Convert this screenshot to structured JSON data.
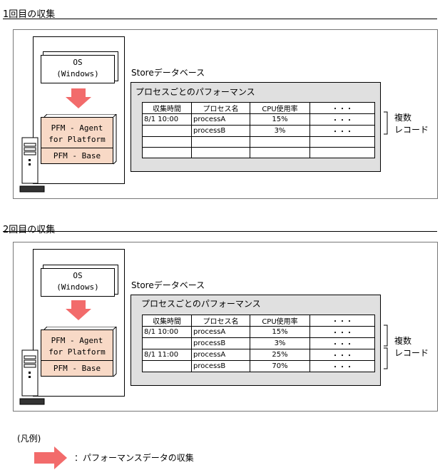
{
  "sections": [
    {
      "title": "1回目の収集",
      "os_label_line1": "OS",
      "os_label_line2": "(Windows)",
      "agent_line1": "PFM - Agent",
      "agent_line2": "for Platform",
      "base_label": "PFM - Base",
      "store_label": "Storeデータベース",
      "store_title": "プロセスごとのパフォーマンス",
      "columns": [
        "収集時間",
        "プロセス名",
        "CPU使用率",
        "・・・"
      ],
      "rows": [
        [
          "8/1 10:00",
          "processA",
          "15%",
          "・・・"
        ],
        [
          "",
          "processB",
          "3%",
          "・・・"
        ],
        [
          "",
          "",
          "",
          ""
        ],
        [
          "",
          "",
          "",
          ""
        ]
      ],
      "brace_label_line1": "複数",
      "brace_label_line2": "レコード"
    },
    {
      "title": "2回目の収集",
      "os_label_line1": "OS",
      "os_label_line2": "(Windows)",
      "agent_line1": "PFM - Agent",
      "agent_line2": "for Platform",
      "base_label": "PFM - Base",
      "store_label": "Storeデータベース",
      "store_title": "プロセスごとのパフォーマンス",
      "columns": [
        "収集時間",
        "プロセス名",
        "CPU使用率",
        "・・・"
      ],
      "rows": [
        [
          "8/1 10:00",
          "processA",
          "15%",
          "・・・"
        ],
        [
          "",
          "processB",
          "3%",
          "・・・"
        ],
        [
          "8/1 11:00",
          "processA",
          "25%",
          "・・・"
        ],
        [
          "",
          "processB",
          "70%",
          "・・・"
        ]
      ],
      "brace_label_line1": "複数",
      "brace_label_line2": "レコード"
    }
  ],
  "legend": {
    "title": "(凡例)",
    "arrow_description": "：パフォーマンスデータの収集"
  },
  "colors": {
    "arrow": "#f26b6b",
    "pfm_fill": "#f8d9c6",
    "store_fill": "#e0e0e0"
  }
}
